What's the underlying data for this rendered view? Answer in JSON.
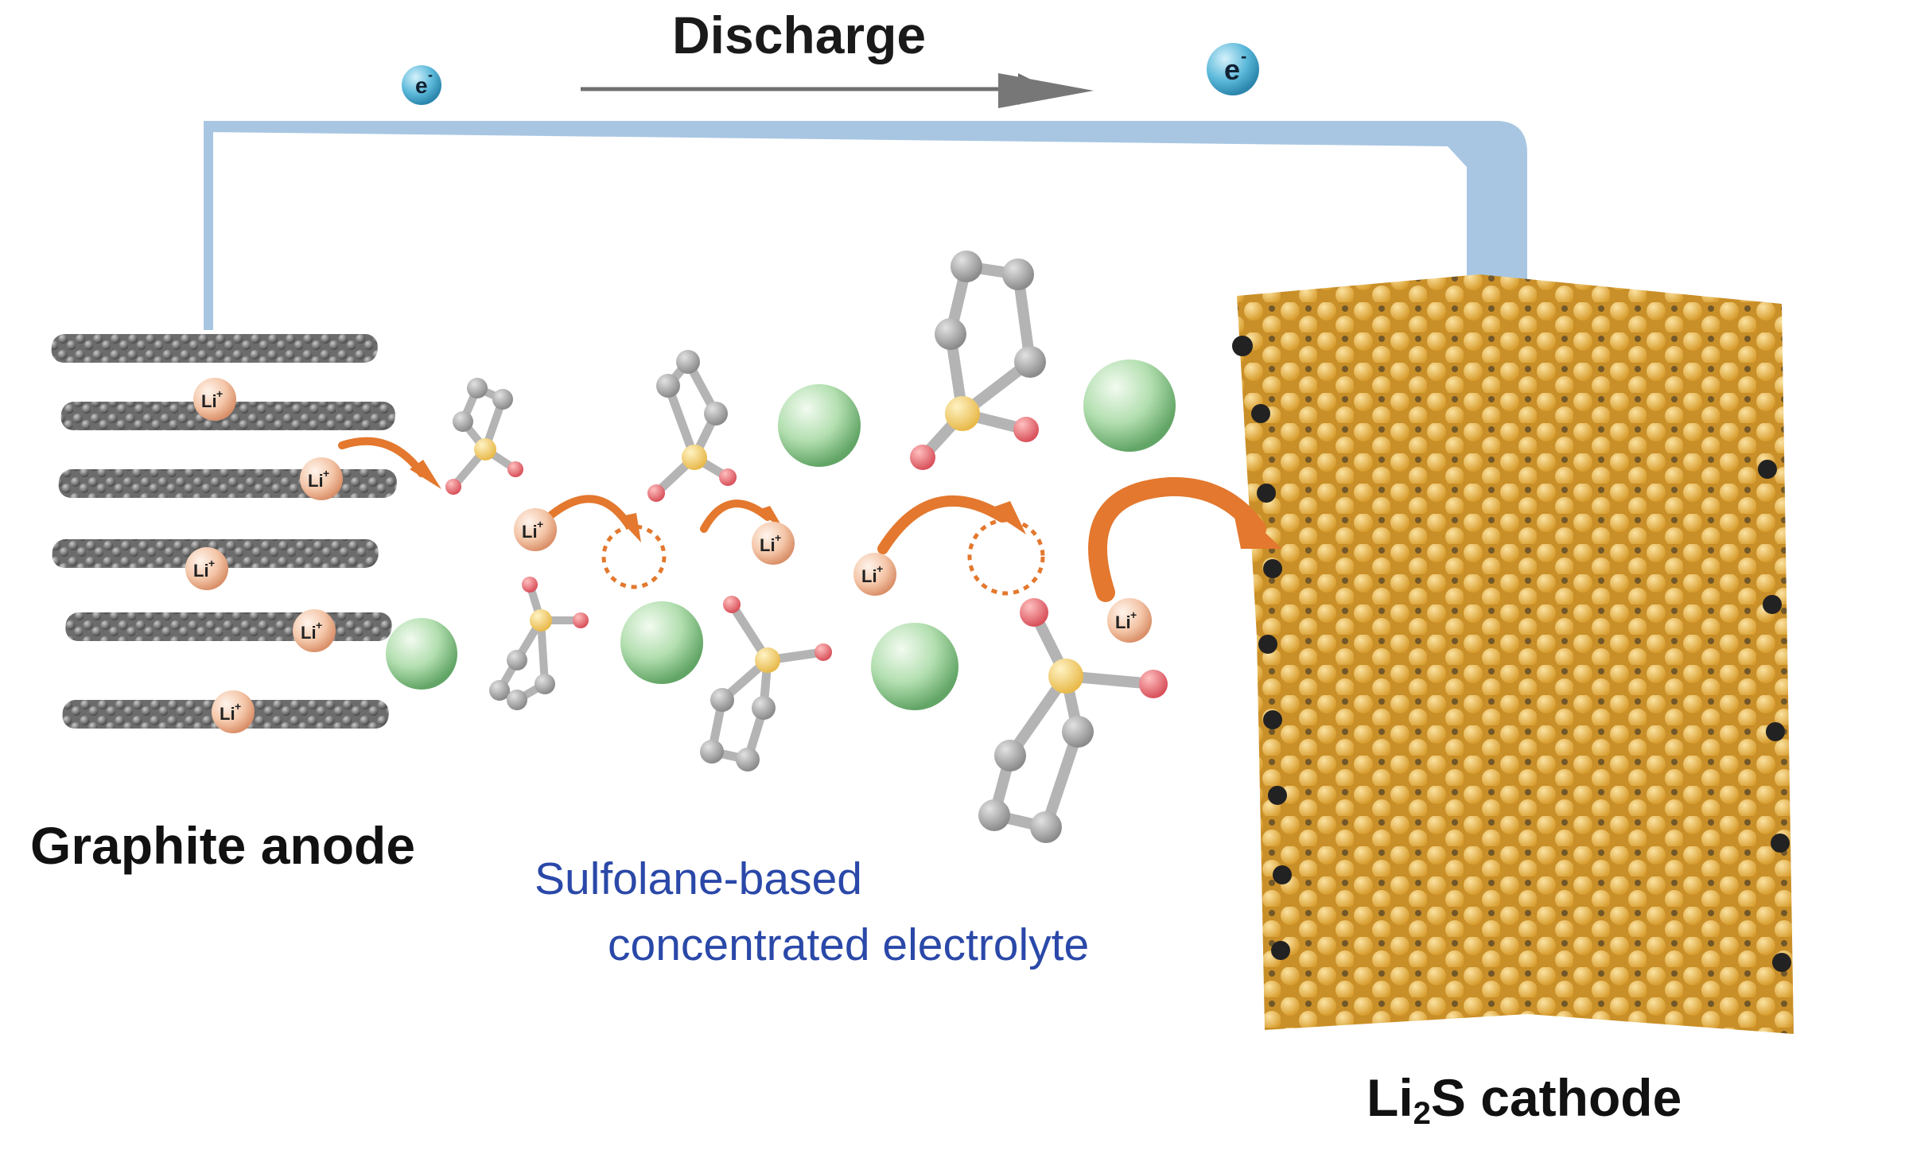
{
  "title": "Discharge",
  "anode": {
    "label": "Graphite anode"
  },
  "cathode": {
    "label_main": "Li",
    "label_sub": "2",
    "label_rest": "S cathode"
  },
  "electrolyte": {
    "line1": "Sulfolane-based",
    "line2": "concentrated electrolyte"
  },
  "electron_label": "e",
  "electron_charge": "-",
  "lithium_label": "Li",
  "lithium_charge": "+",
  "colors": {
    "circuit": "#a8c6e2",
    "electron": "#58b6d8",
    "li_ion": "#f3c3a6",
    "arrow_orange": "#e3782e",
    "graphite": "#777777",
    "cathode_gold": "#e6b24a",
    "anion_green": "#9fd39f",
    "sulfur": "#f1d06a",
    "oxygen": "#e36f72",
    "carbon": "#9a9a9a",
    "electrolyte_text": "#2a48a8"
  }
}
